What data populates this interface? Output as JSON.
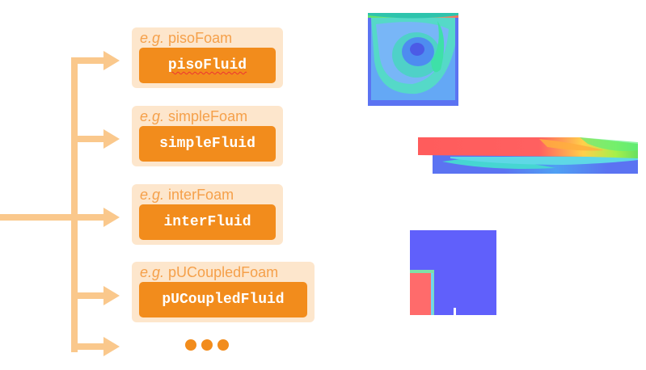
{
  "solvers": [
    {
      "eg_label": "e.g.",
      "foam": "pisoFoam",
      "fluid": "pisoFluid"
    },
    {
      "eg_label": "e.g.",
      "foam": "simpleFoam",
      "fluid": "simpleFluid"
    },
    {
      "eg_label": "e.g.",
      "foam": "interFoam",
      "fluid": "interFluid"
    },
    {
      "eg_label": "e.g.",
      "foam": "pUCoupledFoam",
      "fluid": "pUCoupledFluid"
    }
  ],
  "colors": {
    "arrow": "#fac88c",
    "card_bg": "#fde6cc",
    "solver_bg": "#f28c1c",
    "solver_text": "#ffffff",
    "eg_text": "#f5a04a"
  },
  "icons": [
    "cavity-flow-contour",
    "channel-flow-contour",
    "dam-break-contour",
    "ellipsis-dots"
  ]
}
